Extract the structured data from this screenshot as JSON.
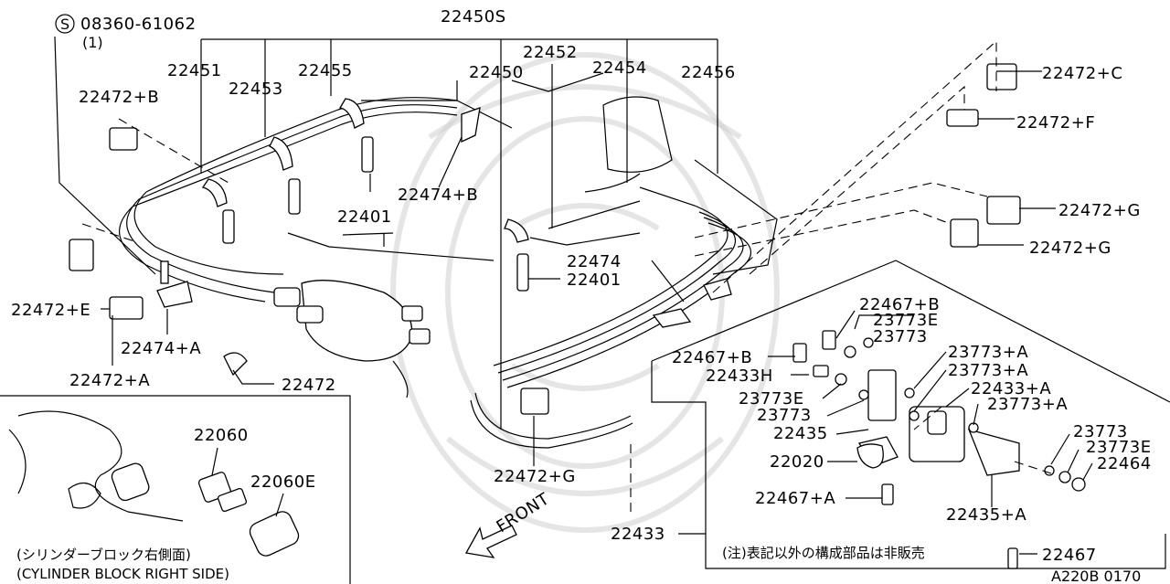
{
  "labels": {
    "screw_code": "08360-61062",
    "screw_qty": "(1)",
    "p22450S": "22450S",
    "p22452": "22452",
    "p22454": "22454",
    "p22451": "22451",
    "p22455": "22455",
    "p22450": "22450",
    "p22456": "22456",
    "p22453": "22453",
    "p22472C": "22472+C",
    "p22472B": "22472+B",
    "p22472F": "22472+F",
    "p22474B": "22474+B",
    "p22401a": "22401",
    "p22472G1": "22472+G",
    "p22472G2": "22472+G",
    "p22474": "22474",
    "p22401b": "22401",
    "p22472E": "22472+E",
    "p22467B1": "22467+B",
    "p23773E1": "23773E",
    "p23773a": "23773",
    "p22474A": "22474+A",
    "p22467B2": "22467+B",
    "p23773A1": "23773+A",
    "p22433H": "22433H",
    "p23773A2": "23773+A",
    "p22472A": "22472+A",
    "p22472": "22472",
    "p22433A": "22433+A",
    "p23773E2": "23773E",
    "p23773A3": "23773+A",
    "p23773b": "23773",
    "p22435": "22435",
    "p22060": "22060",
    "p23773c": "23773",
    "p23773E3": "23773E",
    "p22020": "22020",
    "p22464": "22464",
    "p22060E": "22060E",
    "p22472G3": "22472+G",
    "p22467A": "22467+A",
    "p22435A": "22435+A",
    "front": "FRONT",
    "p22433": "22433",
    "p22467": "22467",
    "inset_jp": "(シリンダーブロック右側面)",
    "inset_en": "(CYLINDER BLOCK RIGHT SIDE)",
    "note_jp": "(注)表記以外の構成部品は非販売",
    "code": "A220B 0170"
  }
}
